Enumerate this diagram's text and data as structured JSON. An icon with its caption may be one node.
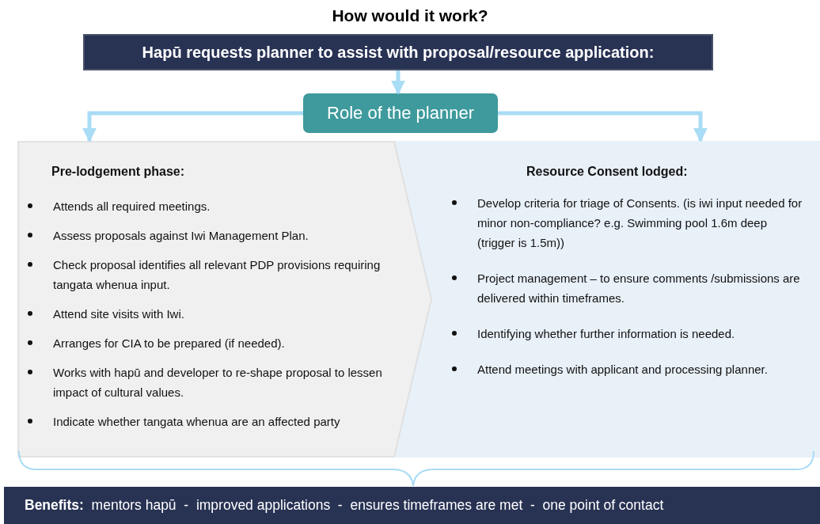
{
  "diagram": {
    "title": "How would it work?",
    "nodes": [
      {
        "text": [
          "Hapū requests planner to assist with proposal/resource application:"
        ]
      },
      {
        "text": [
          "Role of the planner"
        ]
      },
      {
        "text": [
          "Pre-lodgement phase:",
          "Attends all required meetings.",
          "Assess proposals against Iwi Management Plan.",
          "Check proposal identifies all relevant PDP provisions requiring tangata whenua input.",
          "Attend site visits with Iwi.",
          "Arranges for CIA to be prepared (if needed).",
          "Works with hapū and developer to re-shape proposal to lessen impact of cultural values.",
          "Indicate whether tangata whenua are an affected party"
        ]
      },
      {
        "text": [
          "Resource Consent lodged:",
          "Develop criteria for triage of Consents. (is iwi input needed for minor non-compliance? e.g. Swimming pool 1.6m deep (trigger is 1.5m))",
          "Project management – to ensure comments /submissions are delivered within timeframes.",
          "Identifying whether further information is needed.",
          "Attend meetings with applicant and processing planner."
        ]
      },
      {
        "text": [
          "**Benefits:**  mentors hapū  -  improved applications  -  ensures timeframes are met  -  one point of contact"
        ]
      }
    ],
    "edges": [
      {
        "from": 0,
        "to": 1,
        "arrow": "to"
      },
      {
        "from": 1,
        "to": 2,
        "arrow": "to"
      },
      {
        "from": 1,
        "to": 3,
        "arrow": "to"
      }
    ]
  }
}
